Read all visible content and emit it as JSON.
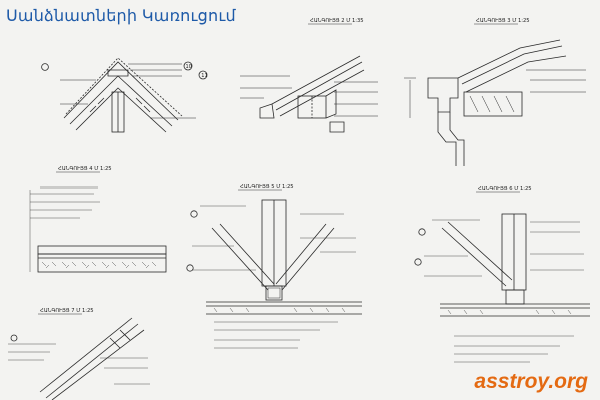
{
  "header": {
    "title": "Սանձնատների Կառուցում",
    "title_color": "#1e5aa8"
  },
  "watermark": {
    "text": "asstroy.org",
    "color": "#e46a12"
  },
  "details": {
    "d1": {
      "markers": [
        "10",
        "11"
      ]
    },
    "d2": {
      "caption": "ՀԱՆԳՈՒՅՑ 2 Մ 1:35"
    },
    "d3": {
      "caption": "ՀԱՆԳՈՒՅՑ 3 Մ 1:25"
    },
    "d4": {
      "caption": "ՀԱՆԳՈՒՅՑ 4 Մ 1:25"
    },
    "d5": {
      "caption": "ՀԱՆԳՈՒՅՑ 5 Մ 1:25"
    },
    "d6": {
      "caption": "ՀԱՆԳՈՒՅՑ 6 Մ 1:25"
    },
    "d7": {
      "caption": "ՀԱՆԳՈՒՅՑ 7 Մ 1:25"
    }
  }
}
